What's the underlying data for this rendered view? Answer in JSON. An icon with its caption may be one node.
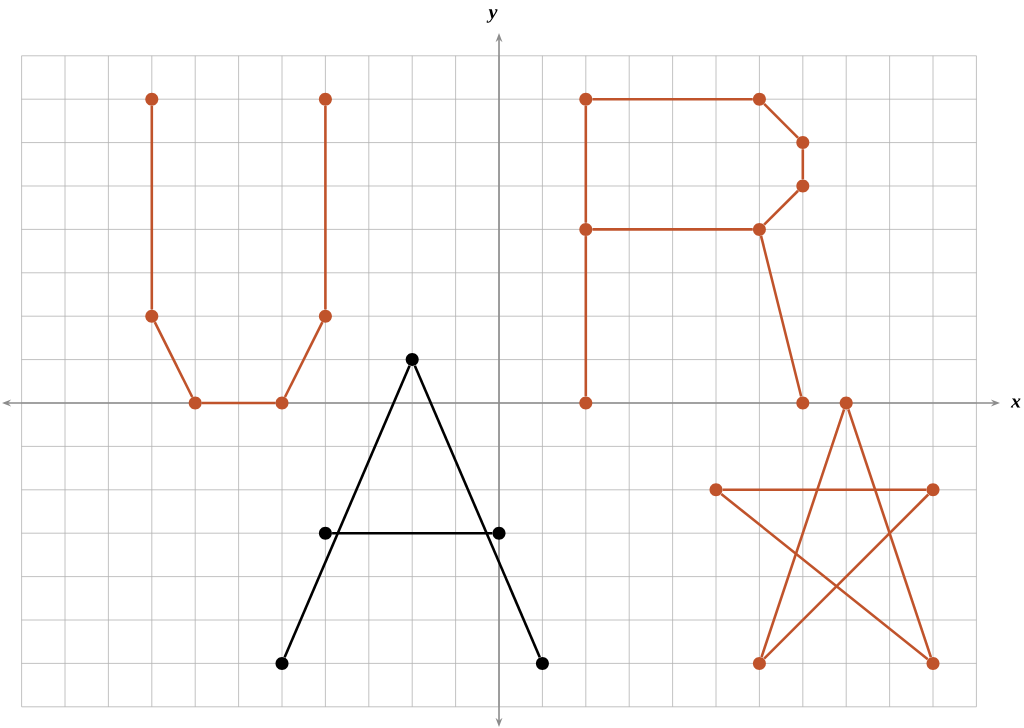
{
  "diagram": {
    "nodes": [
      {
        "text": [],
        "shape": "circle"
      },
      {
        "text": [],
        "shape": "circle"
      },
      {
        "text": [],
        "shape": "circle"
      },
      {
        "text": [],
        "shape": "circle"
      },
      {
        "text": [],
        "shape": "circle"
      },
      {
        "text": [],
        "shape": "circle"
      },
      {
        "text": [],
        "shape": "circle"
      },
      {
        "text": [],
        "shape": "circle"
      },
      {
        "text": [],
        "shape": "circle"
      },
      {
        "text": [],
        "shape": "circle"
      },
      {
        "text": [],
        "shape": "circle"
      },
      {
        "text": [],
        "shape": "circle"
      },
      {
        "text": [],
        "shape": "circle"
      },
      {
        "text": [],
        "shape": "circle"
      },
      {
        "text": [],
        "shape": "circle"
      },
      {
        "text": [],
        "shape": "circle"
      },
      {
        "text": [],
        "shape": "circle"
      },
      {
        "text": [],
        "shape": "circle"
      },
      {
        "text": [],
        "shape": "circle"
      },
      {
        "text": [],
        "shape": "circle"
      },
      {
        "text": [],
        "shape": "circle"
      },
      {
        "text": [],
        "shape": "circle"
      },
      {
        "text": [],
        "shape": "circle"
      },
      {
        "text": [],
        "shape": "circle"
      }
    ],
    "edges": [
      {
        "from": 0,
        "to": 8,
        "arrow": "none"
      },
      {
        "from": 8,
        "to": 11,
        "arrow": "none"
      },
      {
        "from": 11,
        "to": 12,
        "arrow": "none"
      },
      {
        "from": 12,
        "to": 9,
        "arrow": "none"
      },
      {
        "from": 9,
        "to": 1,
        "arrow": "none"
      },
      {
        "from": 13,
        "to": 6,
        "arrow": "none"
      },
      {
        "from": 6,
        "to": 2,
        "arrow": "none"
      },
      {
        "from": 2,
        "to": 3,
        "arrow": "none"
      },
      {
        "from": 3,
        "to": 4,
        "arrow": "none"
      },
      {
        "from": 4,
        "to": 5,
        "arrow": "none"
      },
      {
        "from": 5,
        "to": 7,
        "arrow": "none"
      },
      {
        "from": 7,
        "to": 6,
        "arrow": "none"
      },
      {
        "from": 7,
        "to": 14,
        "arrow": "none"
      },
      {
        "from": 20,
        "to": 10,
        "arrow": "none",
        "color": "#000000"
      },
      {
        "from": 10,
        "to": 21,
        "arrow": "none",
        "color": "#000000"
      },
      {
        "from": 18,
        "to": 19,
        "arrow": "none",
        "color": "#000000"
      },
      {
        "from": 16,
        "to": 17,
        "arrow": "none"
      },
      {
        "from": 17,
        "to": 22,
        "arrow": "none"
      },
      {
        "from": 22,
        "to": 15,
        "arrow": "none"
      },
      {
        "from": 15,
        "to": 23,
        "arrow": "none"
      },
      {
        "from": 23,
        "to": 16,
        "arrow": "none"
      }
    ],
    "labels": [
      "x",
      "y"
    ]
  }
}
